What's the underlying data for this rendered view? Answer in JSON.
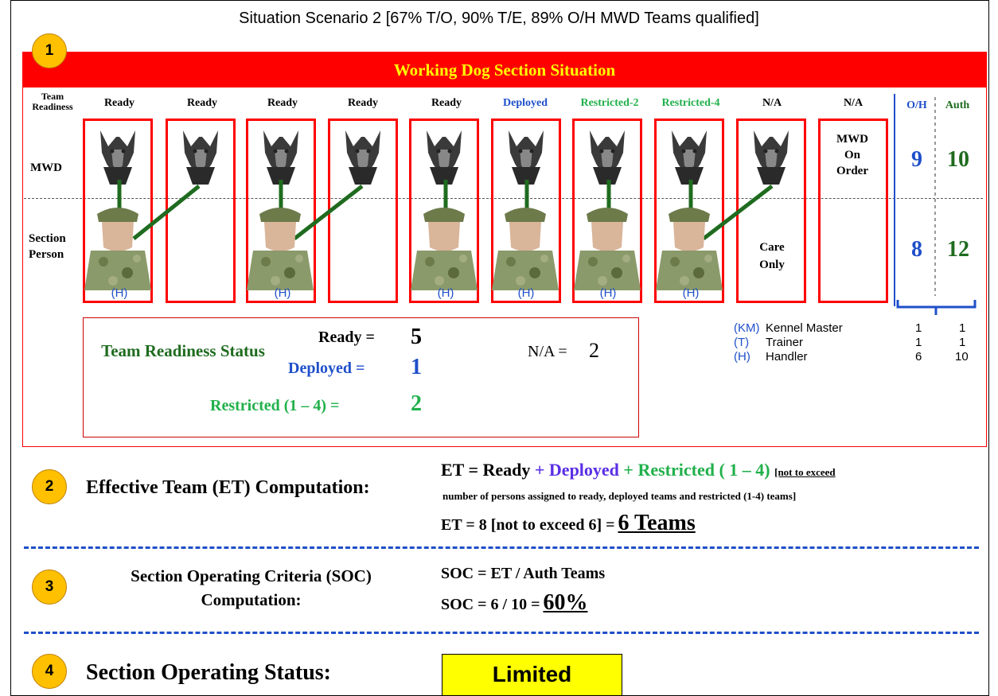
{
  "title": "Situation Scenario 2 [67% T/O, 90% T/E, 89% O/H MWD Teams qualified]",
  "section1": {
    "number": "1",
    "banner": "Working Dog Section Situation",
    "row_label_team": "Team Readiness",
    "row_label_mwd": "MWD",
    "row_label_person": "Section Person",
    "teams": [
      {
        "status": "Ready",
        "tag": "(H)"
      },
      {
        "status": "Ready",
        "tag": ""
      },
      {
        "status": "Ready",
        "tag": "(H)"
      },
      {
        "status": "Ready",
        "tag": ""
      },
      {
        "status": "Ready",
        "tag": "(H)"
      },
      {
        "status": "Deployed",
        "tag": "(H)"
      },
      {
        "status": "Restricted-2",
        "tag": "(H)"
      },
      {
        "status": "Restricted-4",
        "tag": "(H)"
      },
      {
        "status": "N/A",
        "tag": ""
      },
      {
        "status": "N/A",
        "tag": ""
      }
    ],
    "care_only": "Care Only",
    "mwd_on_order": "MWD On Order",
    "oh_label": "O/H",
    "auth_label": "Auth",
    "mwd_oh": "9",
    "mwd_auth": "10",
    "person_oh": "8",
    "person_auth": "12",
    "status_box": {
      "title": "Team Readiness Status",
      "ready_label": "Ready =",
      "ready_value": "5",
      "deployed_label": "Deployed =",
      "deployed_value": "1",
      "restricted_label": "Restricted (1 – 4) =",
      "restricted_value": "2",
      "na_label": "N/A =",
      "na_value": "2"
    },
    "roles": [
      {
        "code": "(KM)",
        "name": "Kennel Master",
        "oh": "1",
        "auth": "1"
      },
      {
        "code": "(T)",
        "name": "Trainer",
        "oh": "1",
        "auth": "1"
      },
      {
        "code": "(H)",
        "name": "Handler",
        "oh": "6",
        "auth": "10"
      }
    ],
    "colors": {
      "banner": "#ff0000",
      "deployed": "#1f4fc9",
      "restricted": "#21b04b",
      "dark_green": "#1f6b1f",
      "box_border": "#ff0000"
    }
  },
  "section2": {
    "number": "2",
    "label": "Effective Team (ET) Computation:",
    "formula_prefix": "ET = Ready",
    "formula_plus1": "+ Deployed",
    "formula_plus2": "+ Restricted",
    "formula_range": "( 1 – 4)",
    "formula_note": "[not to exceed",
    "formula_note2": "number of persons assigned to ready, deployed teams and restricted (1-4) teams]",
    "result_prefix": "ET = 8 [not to exceed 6] =",
    "result_value": "6 Teams"
  },
  "section3": {
    "number": "3",
    "label_line1": "Section Operating Criteria (SOC)",
    "label_line2": "Computation:",
    "formula": "SOC = ET / Auth Teams",
    "result_prefix": "SOC = 6 / 10 =",
    "result_value": "60%"
  },
  "section4": {
    "number": "4",
    "label": "Section Operating Status:",
    "status": "Limited"
  }
}
